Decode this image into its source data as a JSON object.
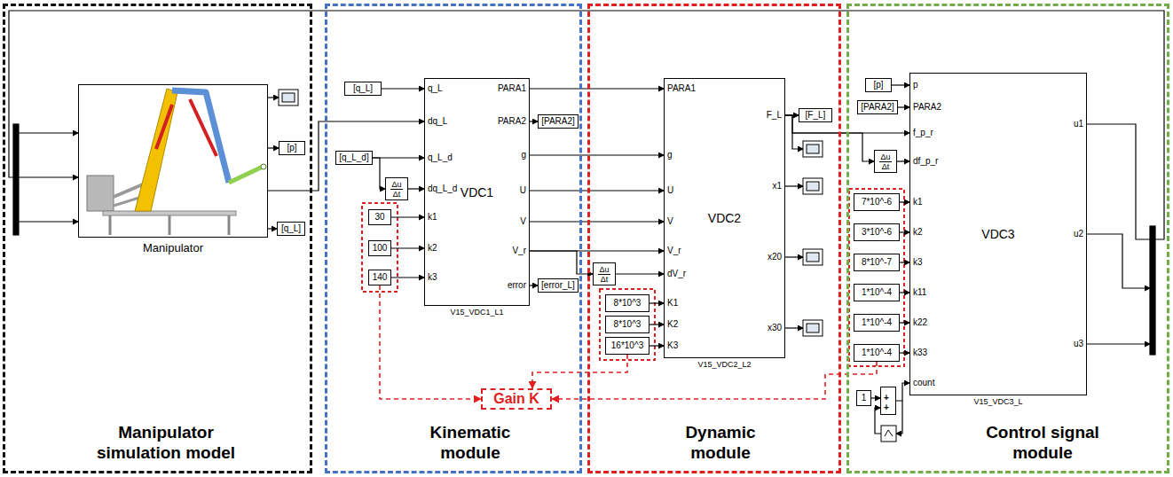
{
  "diagram": {
    "nodes": [
      {
        "text": [
          "Manipulator simulation model"
        ]
      },
      {
        "text": [
          "Manipulator"
        ],
        "in": 0
      },
      {
        "text": [
          "[p]"
        ],
        "in": 0
      },
      {
        "text": [
          "[q_L]"
        ],
        "in": 0
      },
      {
        "text": [
          "Kinematic module"
        ]
      },
      {
        "text": [
          "[q_L]"
        ],
        "in": 4
      },
      {
        "text": [
          "[q_L_d]"
        ],
        "in": 4
      },
      {
        "text": [
          "Δu",
          "Δt"
        ],
        "in": 4
      },
      {
        "text": [
          "30"
        ],
        "in": 4
      },
      {
        "text": [
          "100"
        ],
        "in": 4
      },
      {
        "text": [
          "140"
        ],
        "in": 4
      },
      {
        "text": [
          "q_L",
          "dq_L",
          "q_L_d",
          "dq_L_d",
          "k1",
          "k2",
          "k3",
          "PARA1",
          "PARA2",
          "g",
          "U",
          "V",
          "V_r",
          "error",
          "VDC1",
          "V15_VDC1_L1"
        ],
        "in": 4
      },
      {
        "text": [
          "[PARA2]"
        ],
        "in": 4
      },
      {
        "text": [
          "[error_L]"
        ],
        "in": 4
      },
      {
        "text": [
          "Dynamic module"
        ]
      },
      {
        "text": [
          "Δu",
          "Δt"
        ],
        "in": 14
      },
      {
        "text": [
          "8*10^3"
        ],
        "in": 14
      },
      {
        "text": [
          "8*10^3"
        ],
        "in": 14
      },
      {
        "text": [
          "16*10^3"
        ],
        "in": 14
      },
      {
        "text": [
          "PARA1",
          "g",
          "U",
          "V",
          "V_r",
          "dV_r",
          "K1",
          "K2",
          "K3",
          "F_L",
          "x1",
          "x20",
          "x30",
          "VDC2",
          "V15_VDC2_L2"
        ],
        "in": 14
      },
      {
        "text": [
          "[F_L]"
        ],
        "in": 14
      },
      {
        "text": [
          "Gain K"
        ],
        "in": 4
      },
      {
        "text": [
          "Control signal module"
        ]
      },
      {
        "text": [
          "[p]"
        ],
        "in": 22
      },
      {
        "text": [
          "[PARA2]"
        ],
        "in": 22
      },
      {
        "text": [
          "Δu",
          "Δt"
        ],
        "in": 22
      },
      {
        "text": [
          "7*10^-6"
        ],
        "in": 22
      },
      {
        "text": [
          "3*10^-6"
        ],
        "in": 22
      },
      {
        "text": [
          "8*10^-7"
        ],
        "in": 22
      },
      {
        "text": [
          "1*10^-4"
        ],
        "in": 22
      },
      {
        "text": [
          "1*10^-4"
        ],
        "in": 22
      },
      {
        "text": [
          "1*10^-4"
        ],
        "in": 22
      },
      {
        "text": [
          "1"
        ],
        "in": 22
      },
      {
        "text": [
          "+",
          "+"
        ],
        "in": 22
      },
      {
        "text": [
          "p",
          "PARA2",
          "f_p_r",
          "df_p_r",
          "k1",
          "k2",
          "k3",
          "k11",
          "k22",
          "k33",
          "count",
          "u1",
          "u2",
          "u3",
          "VDC3",
          "V15_VDC3_L"
        ],
        "in": 22
      }
    ],
    "edges": [
      {
        "from": 1,
        "to": 2,
        "arrow": "to"
      },
      {
        "from": 1,
        "to": 3,
        "arrow": "to"
      },
      {
        "from": 1,
        "to": 11,
        "arrow": "to"
      },
      {
        "from": 5,
        "to": 11,
        "arrow": "to"
      },
      {
        "from": 6,
        "to": 11,
        "arrow": "to"
      },
      {
        "from": 6,
        "to": 7,
        "arrow": "to"
      },
      {
        "from": 7,
        "to": 11,
        "arrow": "to"
      },
      {
        "from": 8,
        "to": 11,
        "arrow": "to"
      },
      {
        "from": 9,
        "to": 11,
        "arrow": "to"
      },
      {
        "from": 10,
        "to": 11,
        "arrow": "to"
      },
      {
        "from": 11,
        "to": 12,
        "arrow": "to"
      },
      {
        "from": 11,
        "to": 13,
        "arrow": "to"
      },
      {
        "from": 11,
        "to": 19,
        "arrow": "to"
      },
      {
        "from": 11,
        "to": 19,
        "arrow": "to"
      },
      {
        "from": 11,
        "to": 19,
        "arrow": "to"
      },
      {
        "from": 11,
        "to": 19,
        "arrow": "to"
      },
      {
        "from": 11,
        "to": 19,
        "arrow": "to"
      },
      {
        "from": 11,
        "to": 15,
        "arrow": "to"
      },
      {
        "from": 15,
        "to": 19,
        "arrow": "to"
      },
      {
        "from": 16,
        "to": 19,
        "arrow": "to"
      },
      {
        "from": 17,
        "to": 19,
        "arrow": "to"
      },
      {
        "from": 18,
        "to": 19,
        "arrow": "to"
      },
      {
        "from": 19,
        "to": 20,
        "arrow": "to"
      },
      {
        "from": 19,
        "to": 34,
        "arrow": "to"
      },
      {
        "from": 19,
        "to": 25,
        "arrow": "to"
      },
      {
        "from": 25,
        "to": 34,
        "arrow": "to"
      },
      {
        "from": 23,
        "to": 34,
        "arrow": "to"
      },
      {
        "from": 24,
        "to": 34,
        "arrow": "to"
      },
      {
        "from": 26,
        "to": 34,
        "arrow": "to"
      },
      {
        "from": 27,
        "to": 34,
        "arrow": "to"
      },
      {
        "from": 28,
        "to": 34,
        "arrow": "to"
      },
      {
        "from": 29,
        "to": 34,
        "arrow": "to"
      },
      {
        "from": 30,
        "to": 34,
        "arrow": "to"
      },
      {
        "from": 31,
        "to": 34,
        "arrow": "to"
      },
      {
        "from": 32,
        "to": 33,
        "arrow": "to"
      },
      {
        "from": 33,
        "to": 34,
        "arrow": "to"
      },
      {
        "from": 34,
        "to": 1,
        "arrow": "to"
      },
      {
        "from": 10,
        "to": 21,
        "arrow": "to"
      },
      {
        "from": 18,
        "to": 21,
        "arrow": "to"
      },
      {
        "from": 31,
        "to": 21,
        "arrow": "to"
      }
    ]
  }
}
